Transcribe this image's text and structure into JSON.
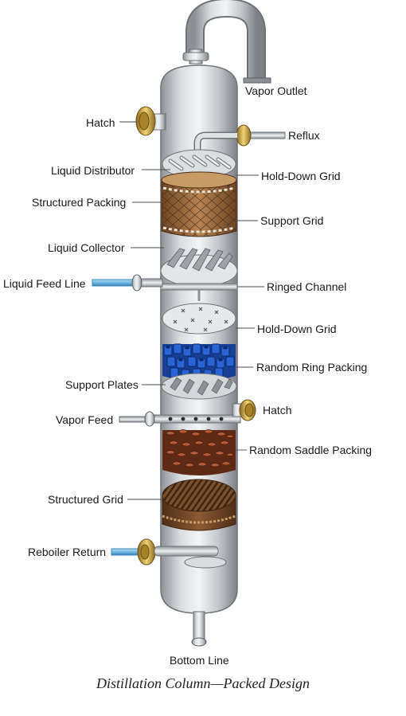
{
  "title": "Distillation Column—Packed Design",
  "labels": {
    "vapor_outlet": "Vapor Outlet",
    "hatch_top": "Hatch",
    "reflux": "Reflux",
    "liquid_distributor": "Liquid Distributor",
    "hold_down_grid_top": "Hold-Down Grid",
    "structured_packing": "Structured Packing",
    "support_grid": "Support Grid",
    "liquid_collector": "Liquid Collector",
    "liquid_feed_line": "Liquid Feed Line",
    "ringed_channel": "Ringed Channel",
    "hold_down_grid_mid": "Hold-Down Grid",
    "random_ring_packing": "Random Ring Packing",
    "support_plates": "Support Plates",
    "hatch_mid": "Hatch",
    "vapor_feed": "Vapor Feed",
    "random_saddle_packing": "Random Saddle Packing",
    "structured_grid": "Structured Grid",
    "reboiler_return": "Reboiler Return",
    "bottom_line": "Bottom Line"
  },
  "colors": {
    "shell": "#b9bdc2",
    "brass": "#c9a23a",
    "feed_pipe": "#6fb6e3",
    "ring_packing": "#1d4fb8",
    "saddle_packing": "#9c4a2c",
    "structured_packing": "#9a6a3c"
  }
}
